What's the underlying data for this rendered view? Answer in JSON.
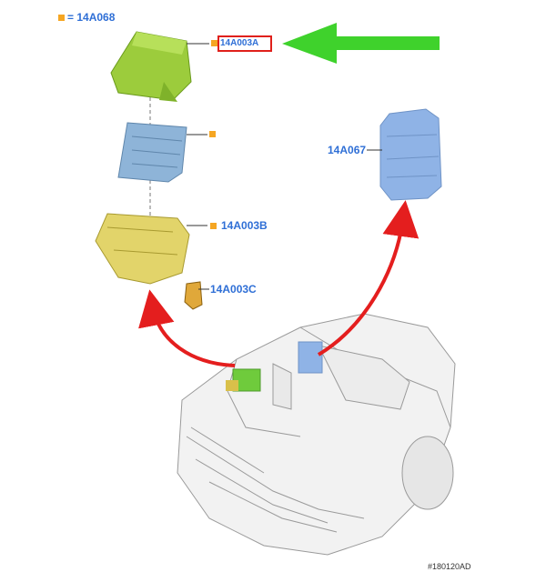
{
  "legend": {
    "text": "= 14A068",
    "marker_color": "#f5a623"
  },
  "callouts": {
    "cover_part": "14A003A",
    "fuse_box_part": "14A003B",
    "small_connector_part": "14A003C",
    "bcm_part": "14A067"
  },
  "figure_id": "#180120AD",
  "colors": {
    "label_blue": "#2f6fd6",
    "cover_green": "#9ccc3c",
    "fusebox_blue": "#8eb4d8",
    "bracket_yellow": "#e2d46a",
    "bcm_blue": "#8fb3e6",
    "arrow_red": "#e41e1e",
    "arrow_green": "#3fd22c",
    "highlight_red": "#e0201b"
  }
}
